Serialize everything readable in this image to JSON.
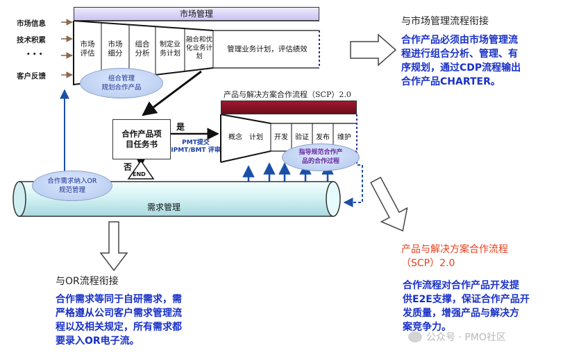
{
  "inputs": [
    "市场信息",
    "技术积累",
    "• • •",
    "客户反馈"
  ],
  "market_mgmt": {
    "title": "市场管理",
    "steps": [
      "市场\n评估",
      "市场\n细分",
      "组合\n分析",
      "制定业\n务计划",
      "融合和优\n化业务计\n划",
      "管理业务计划，评估绩效"
    ],
    "ellipse": [
      "组合管理",
      "规划合作产品"
    ]
  },
  "task_book": {
    "label": "合作产品项\n目任务书",
    "yes": "是",
    "no": "否",
    "end": "END"
  },
  "pmt_note": [
    "PMT提交",
    "IPMT/BMT 评审"
  ],
  "scp": {
    "title": "产品与解决方案合作流程（SCP）2.0",
    "steps": [
      "概念",
      "计划",
      "开发",
      "验证",
      "发布",
      "维护"
    ],
    "ellipse": [
      "指导规范合作产",
      "品的合作过程"
    ]
  },
  "demand_mgmt": {
    "title": "需求管理",
    "ellipse": [
      "合作需求纳入OR",
      "规范管理"
    ]
  },
  "right_top": {
    "heading": "与市场管理流程衔接",
    "lines": [
      "合作产品必须由市场管理流",
      "程进行组合分析、管理、有",
      "序规划，通过CDP流程输出",
      "合作产品CHARTER。"
    ]
  },
  "left_bottom": {
    "heading": "与OR流程衔接",
    "lines": [
      "合作需求等同于自研需求，需",
      "严格遵从公司客户需求管理流",
      "程以及相关规定，所有需求都",
      "要录入OR电子流。"
    ]
  },
  "right_bottom": {
    "heading_lines": [
      "产品与解决方案合作流程",
      "（SCP）2.0"
    ],
    "lines": [
      "合作流程对合作产品开发提",
      "供E2E支撑，保证合作产品开",
      "发质量，增强产品与解决方",
      "案竞争力。"
    ]
  },
  "watermark": "公众号 · PMO社区",
  "colors": {
    "heading_red": "#e8401c",
    "body_blue": "#1830c8",
    "scp_header": "#8a1326",
    "mm_header": "#d6d2f4"
  }
}
